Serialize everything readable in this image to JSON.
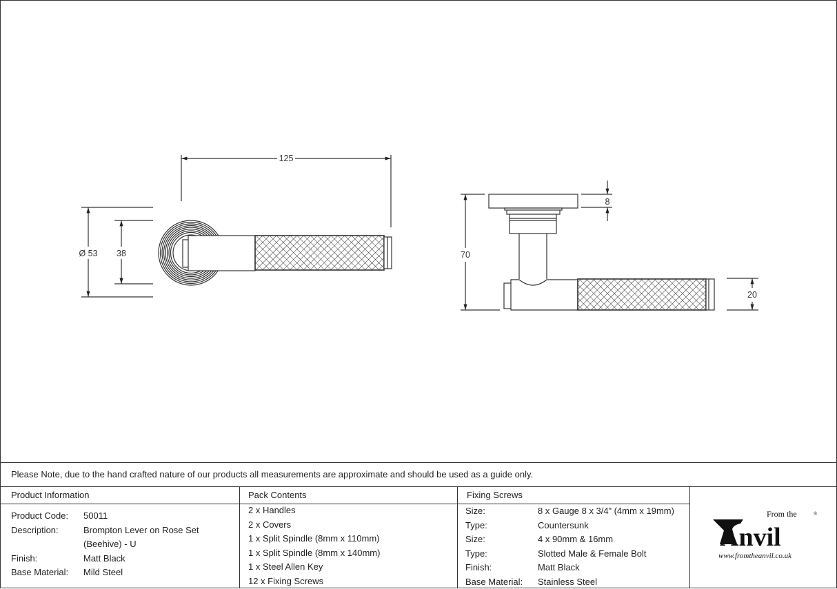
{
  "dimensions": {
    "length": "125",
    "rose_diameter": "Ø 53",
    "inner_diameter": "38",
    "projection": "70",
    "rose_thickness": "8",
    "lever_height": "20"
  },
  "note": "Please Note, due to the hand crafted nature of our products all measurements are approximate and should be used as a guide only.",
  "product_info": {
    "heading": "Product Information",
    "rows": [
      {
        "label": "Product Code:",
        "value": "50011"
      },
      {
        "label": "Description:",
        "value": "Brompton Lever on Rose Set"
      },
      {
        "label": "",
        "value": "(Beehive) - U"
      },
      {
        "label": "Finish:",
        "value": "Matt Black"
      },
      {
        "label": "Base Material:",
        "value": "Mild Steel"
      }
    ]
  },
  "pack_contents": {
    "heading": "Pack Contents",
    "items": [
      "2 x Handles",
      "2 x Covers",
      "1 x Split Spindle (8mm x 110mm)",
      "1 x Split Spindle (8mm x 140mm)",
      "1 x Steel Allen Key",
      "12 x Fixing Screws"
    ]
  },
  "fixing_screws": {
    "heading": "Fixing Screws",
    "rows": [
      {
        "label": "Size:",
        "value": "8 x Gauge 8 x 3/4” (4mm x 19mm)"
      },
      {
        "label": "Type:",
        "value": "Countersunk"
      },
      {
        "label": "Size:",
        "value": "4 x 90mm & 16mm"
      },
      {
        "label": "Type:",
        "value": "Slotted Male & Female Bolt"
      },
      {
        "label": "Finish:",
        "value": "Matt Black"
      },
      {
        "label": "Base Material:",
        "value": "Stainless Steel"
      }
    ]
  },
  "logo": {
    "from_the": "From the",
    "brand": "Anvil",
    "url": "www.fromtheanvil.co.uk",
    "mark": "®"
  }
}
